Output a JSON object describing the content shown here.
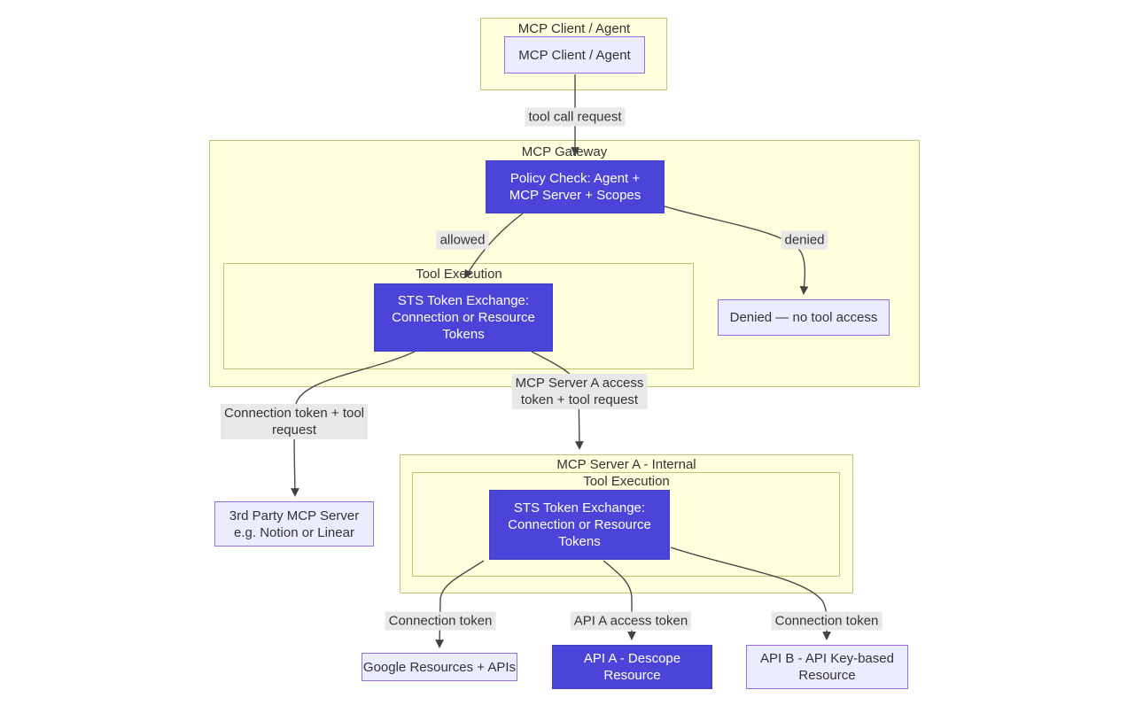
{
  "colors": {
    "node_purple": "#4a45d8",
    "node_lavender_fill": "#ececff",
    "node_lavender_border": "#9370db",
    "cluster_fill": "#ffffde",
    "cluster_border": "#c2c275",
    "edge_label_bg": "#e8e8e8",
    "edge_color": "#4b4b4b",
    "text_dark": "#333333",
    "text_light": "#ffffff"
  },
  "clusters": {
    "client": {
      "title": "MCP Client / Agent"
    },
    "gateway": {
      "title": "MCP Gateway"
    },
    "gateway_tool_execution": {
      "title": "Tool Execution"
    },
    "server_a": {
      "title": "MCP Server A - Internal"
    },
    "server_a_tool_execution": {
      "title": "Tool Execution"
    }
  },
  "nodes": {
    "client_agent": {
      "label": "MCP Client / Agent"
    },
    "policy_check": {
      "label": "Policy Check: Agent +\nMCP Server + Scopes"
    },
    "sts_gateway": {
      "label": "STS Token Exchange:\nConnection or Resource\nTokens"
    },
    "denied": {
      "label": "Denied — no tool access"
    },
    "third_party_mcp": {
      "label": "3rd Party MCP Server\ne.g. Notion or Linear"
    },
    "sts_server_a": {
      "label": "STS Token Exchange:\nConnection or Resource\nTokens"
    },
    "google_resources": {
      "label": "Google Resources + APIs"
    },
    "api_a": {
      "label": "API A - Descope\nResource"
    },
    "api_b": {
      "label": "API B - API Key-based\nResource"
    }
  },
  "edge_labels": {
    "tool_call_request": "tool call request",
    "allowed": "allowed",
    "denied": "denied",
    "connection_token_tool_request": "Connection token + tool\nrequest",
    "server_a_access_token": "MCP Server A access\ntoken + tool request",
    "connection_token_google": "Connection token",
    "api_a_access_token": "API A access token",
    "connection_token_api_b": "Connection token"
  }
}
